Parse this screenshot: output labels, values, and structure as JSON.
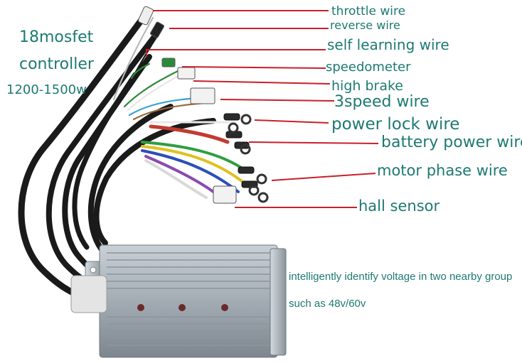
{
  "title_block": {
    "line1": "18mosfet",
    "line2": "controller",
    "line3": "1200-1500w"
  },
  "wire_labels": [
    {
      "id": "throttle",
      "text": "throttle wire"
    },
    {
      "id": "reverse",
      "text": "reverse wire"
    },
    {
      "id": "self-learning",
      "text": "self learning wire"
    },
    {
      "id": "speedometer",
      "text": "speedometer"
    },
    {
      "id": "high-brake",
      "text": "high brake"
    },
    {
      "id": "3speed",
      "text": "3speed wire"
    },
    {
      "id": "power-lock",
      "text": "power lock wire"
    },
    {
      "id": "battery-power",
      "text": "battery power wire"
    },
    {
      "id": "motor-phase",
      "text": "motor phase wire"
    },
    {
      "id": "hall-sensor",
      "text": "hall sensor"
    }
  ],
  "note": {
    "line1": "intelligently identify voltage in two nearby group",
    "line2": "such as 48v/60v"
  },
  "colors": {
    "label_text": "#1d7a72",
    "pointer_line": "#c8202a",
    "controller_body": "#9aa4ac",
    "cable": "#1a1a1a"
  }
}
